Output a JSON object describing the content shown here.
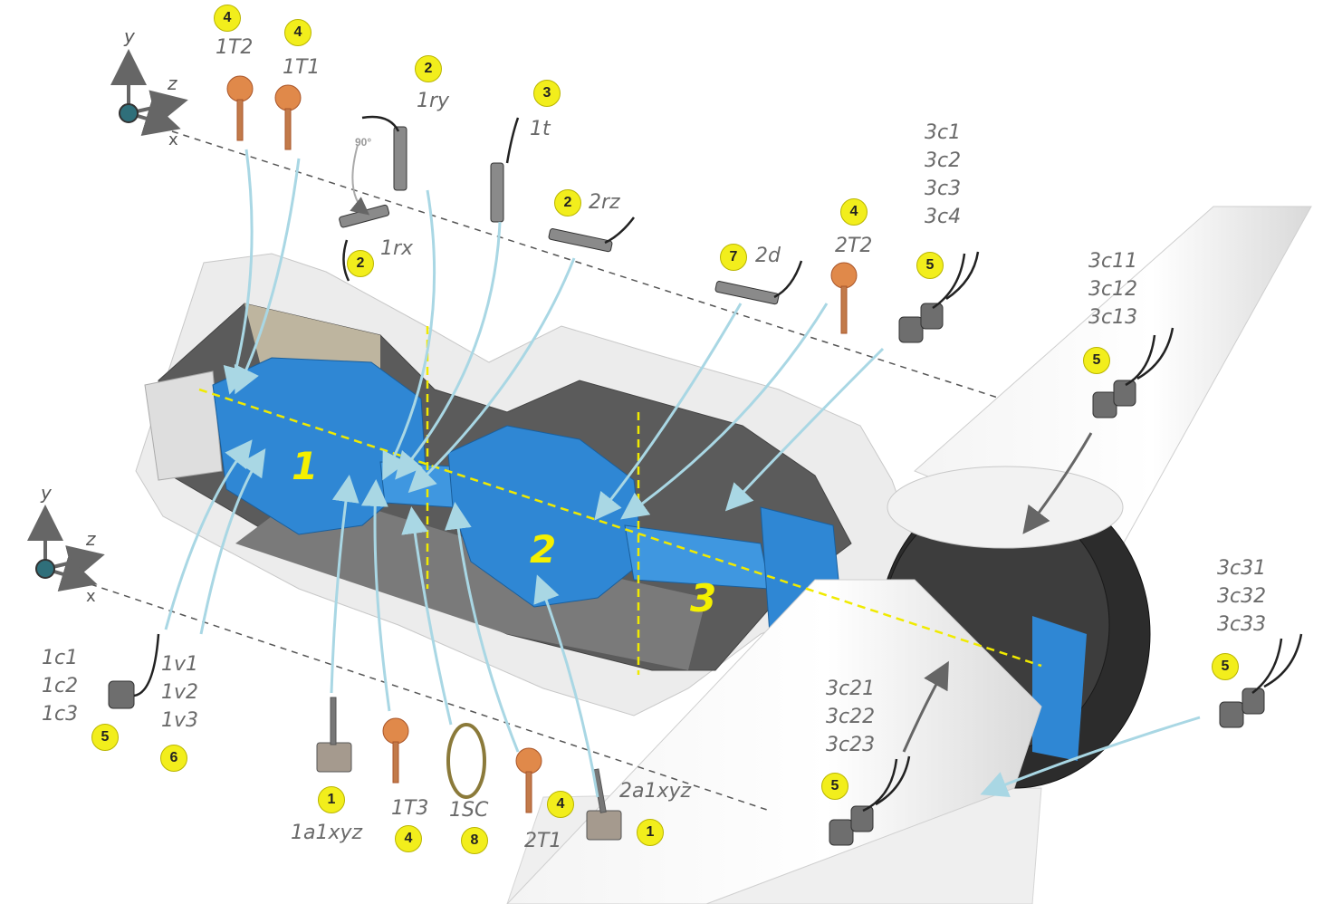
{
  "axes": {
    "top": {
      "y": "y",
      "z": "z",
      "x": "x"
    },
    "bottom": {
      "y": "y",
      "z": "z",
      "x": "x"
    }
  },
  "angle_label": "90°",
  "zones": [
    "1",
    "2",
    "3"
  ],
  "sensors": {
    "t_1T2": {
      "label": "1T2",
      "badge": "4"
    },
    "t_1T1": {
      "label": "1T1",
      "badge": "4"
    },
    "r_1ry": {
      "label": "1ry",
      "badge": "2"
    },
    "r_1rx": {
      "label": "1rx",
      "badge": "2"
    },
    "t_1t": {
      "label": "1t",
      "badge": "3"
    },
    "r_2rz": {
      "label": "2rz",
      "badge": "2"
    },
    "d_2d": {
      "label": "2d",
      "badge": "7"
    },
    "t_2T2": {
      "label": "2T2",
      "badge": "4"
    },
    "c_3c1": {
      "lines": [
        "3c1",
        "3c2",
        "3c3",
        "3c4"
      ],
      "badge": "5"
    },
    "c_3c11": {
      "lines": [
        "3c11",
        "3c12",
        "3c13"
      ],
      "badge": "5"
    },
    "c_3c31": {
      "lines": [
        "3c31",
        "3c32",
        "3c33"
      ],
      "badge": "5"
    },
    "c_3c21": {
      "lines": [
        "3c21",
        "3c22",
        "3c23"
      ],
      "badge": "5"
    },
    "c_1c1": {
      "lines": [
        "1c1",
        "1c2",
        "1c3"
      ],
      "badge": "5"
    },
    "v_1v1": {
      "lines": [
        "1v1",
        "1v2",
        "1v3"
      ],
      "badge": "6"
    },
    "a_1a1xyz": {
      "label": "1a1xyz",
      "badge": "1"
    },
    "t_1T3": {
      "label": "1T3",
      "badge": "4"
    },
    "sc_1SC": {
      "label": "1SC",
      "badge": "8"
    },
    "t_2T1": {
      "label": "2T1",
      "badge": "4"
    },
    "a_2a1xyz": {
      "label": "2a1xyz",
      "badge": "1"
    }
  },
  "colors": {
    "drivetrain": "#2f87d4",
    "badge": "#f2ee1c",
    "nacelle": "#eeeeee",
    "arrow_light": "#a9d7e4",
    "arrow_dark": "#666666",
    "axis_dash": "#f0ea00"
  }
}
